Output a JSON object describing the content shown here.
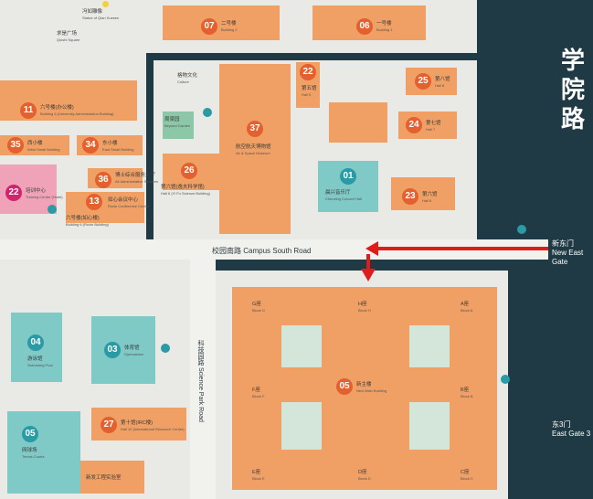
{
  "colors": {
    "background": "#1f3a44",
    "block": "#e9e9e6",
    "building": "#f0a064",
    "pin_orange": "#e4602e",
    "pin_teal": "#2a9aa4",
    "pin_pink": "#d2246a",
    "arrow": "#e01b1b"
  },
  "street_name": "学院路",
  "roads": {
    "south_road_cn": "校园南路",
    "south_road_en": "Campus South Road",
    "science_park_cn": "科技园路",
    "science_park_en": "Science Park Road"
  },
  "gates": {
    "new_east_cn": "新东门",
    "new_east_en": "New East Gate",
    "east3_cn": "东3门",
    "east3_en": "East Gate 3"
  },
  "pins": {
    "p07": "07",
    "p06": "06",
    "p22a": "22",
    "p11": "11",
    "p37": "37",
    "p25": "25",
    "p24": "24",
    "p35": "35",
    "p34": "34",
    "p01": "01",
    "p36": "36",
    "p26": "26",
    "p22b": "22",
    "p13": "13",
    "p23": "23",
    "p04": "04",
    "p03": "03",
    "p05a": "05",
    "p27": "27",
    "p05b": "05"
  },
  "labels": {
    "statue": {
      "cn": "冯如雕像",
      "en": "Statue of Qian Xuesen"
    },
    "square": {
      "cn": "求是广场",
      "en": "Qiushi Square"
    },
    "b7": {
      "cn": "二号楼",
      "en": "Building 2"
    },
    "b6": {
      "cn": "一号楼",
      "en": "Building 1"
    },
    "b11": {
      "cn": "六号楼(办公楼)",
      "en": "Building 6 (University Administration Building)"
    },
    "b35": {
      "cn": "西小楼",
      "en": "West Small Building"
    },
    "b34": {
      "cn": "东小楼",
      "en": "East Small Building"
    },
    "b22t": {
      "cn": "培训中心",
      "en": "Training Center (Hotel)"
    },
    "b36": {
      "cn": "博士综合服务大厅",
      "en": "All Administrative Services"
    },
    "b13": {
      "cn": "如心会议中心",
      "en": "Ruxin Conference Center"
    },
    "b13b": {
      "cn": "六号楼(如心楼)",
      "en": "Building 6 (Ruxin Building)"
    },
    "relic": {
      "cn": "格物文化",
      "en": "Culture"
    },
    "garden": {
      "cn": "周梁园",
      "en": "Beyond Garden"
    },
    "b37": {
      "cn": "航空航天博物馆",
      "en": "Air & Space Museum"
    },
    "b26": {
      "cn": "第六馆(逸夫科学馆)",
      "en": "Hall 6 (Yi Fu Science Building)"
    },
    "b22f": {
      "cn": "第五馆",
      "en": "Hall 5"
    },
    "b01": {
      "cn": "晨兴音乐厅",
      "en": "Chenxing Concert Hall"
    },
    "b25": {
      "cn": "第八馆",
      "en": "Hall 8"
    },
    "b24": {
      "cn": "第七馆",
      "en": "Hall 7"
    },
    "b23": {
      "cn": "第六馆",
      "en": "Hall 6"
    },
    "b04": {
      "cn": "游泳馆",
      "en": "Swimming Pool"
    },
    "b03": {
      "cn": "体育馆",
      "en": "Gymnasium"
    },
    "b05b": {
      "cn": "网球场",
      "en": "Tennis Courts"
    },
    "b27": {
      "cn": "第十馆(IRC楼)",
      "en": "Hall 10 (International Research Center)"
    },
    "eng": {
      "cn": "新发工程实验室",
      "en": ""
    },
    "main": {
      "cn": "新主楼",
      "en": "New Main Building"
    },
    "blkA": {
      "cn": "A座",
      "en": "Block A"
    },
    "blkB": {
      "cn": "B座",
      "en": "Block B"
    },
    "blkC": {
      "cn": "C座",
      "en": "Block C"
    },
    "blkD": {
      "cn": "D座",
      "en": "Block D"
    },
    "blkE": {
      "cn": "E座",
      "en": "Block E"
    },
    "blkF": {
      "cn": "F座",
      "en": "Block F"
    },
    "blkG": {
      "cn": "G座",
      "en": "Block G"
    },
    "blkH": {
      "cn": "H座",
      "en": "Block H"
    }
  },
  "icons": {
    "route_arrow": "red-arrow-icon",
    "gate_marker": "gate-marker-icon",
    "info": "info-icon"
  }
}
